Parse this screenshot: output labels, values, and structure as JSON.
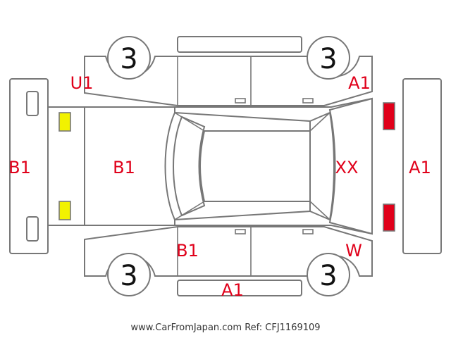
{
  "colors": {
    "damage_code": "#e0001a",
    "outline": "#777777",
    "yellow_lamp": "#f2f200",
    "red_lamp": "#e0001a"
  },
  "tires": {
    "front_left": "3",
    "front_right": "3",
    "rear_left": "3",
    "rear_right": "3"
  },
  "labels": {
    "rear_bumper": "B1",
    "trunk_lid": "B1",
    "rear_left_quarter": "U1",
    "rear_right_quarter": "B1",
    "front_left_fender": "A1",
    "front_right_fender": "W",
    "hood": "XX",
    "front_bumper": "A1",
    "right_side_sill": "A1"
  },
  "footer": {
    "source": "www.CarFromJapan.com",
    "ref": "Ref: CFJ1169109"
  }
}
